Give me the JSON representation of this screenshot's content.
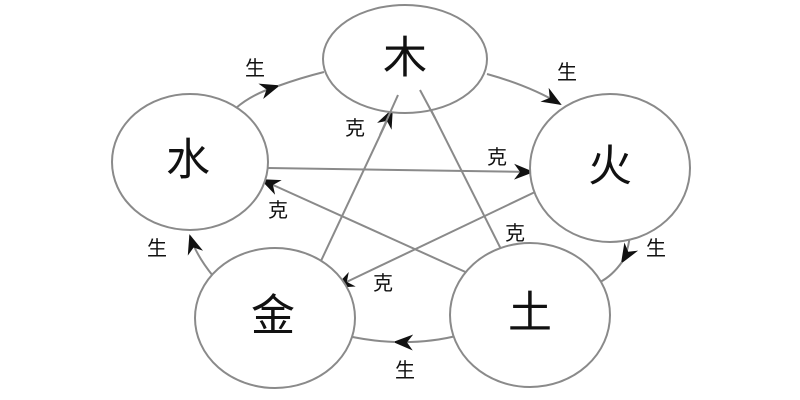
{
  "elements": {
    "wood": "木",
    "fire": "火",
    "earth": "土",
    "metal": "金",
    "water": "水"
  },
  "generate_label": "生",
  "overcome_label": "克",
  "colors": {
    "line": "#888888",
    "circle": "#8a8a8a",
    "text": "#111111"
  }
}
